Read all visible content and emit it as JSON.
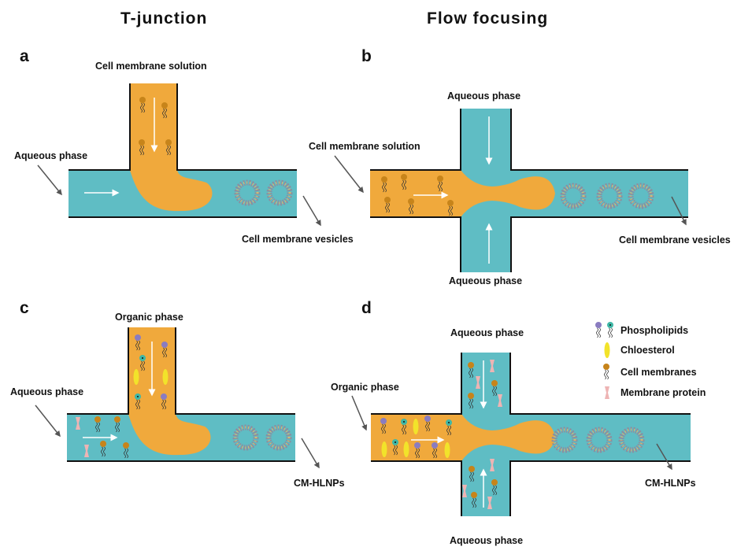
{
  "headings": {
    "left": "T-junction",
    "right": "Flow focusing"
  },
  "colors": {
    "aqueous": "#5fbdc4",
    "organic": "#f0a93c",
    "wall": "#111111",
    "arrow_gray": "#555555",
    "cell_membrane_head": "#c7841a",
    "phospholipid_purple": "#8a7cc0",
    "phospholipid_teal": "#3fb7a6",
    "cholesterol": "#f2e32a",
    "protein": "#eeb4b4"
  },
  "panels": {
    "a": {
      "letter": "a",
      "top_label": "Cell membrane solution",
      "inlet_label": "Aqueous phase",
      "outlet_label": "Cell membrane vesicles"
    },
    "b": {
      "letter": "b",
      "top_label": "Aqueous phase",
      "bottom_label": "Aqueous phase",
      "inlet_label": "Cell membrane solution",
      "outlet_label": "Cell membrane vesicles"
    },
    "c": {
      "letter": "c",
      "top_label": "Organic phase",
      "inlet_label": "Aqueous phase",
      "outlet_label": "CM-HLNPs"
    },
    "d": {
      "letter": "d",
      "top_label": "Aqueous phase",
      "bottom_label": "Aqueous phase",
      "inlet_label": "Organic phase",
      "outlet_label": "CM-HLNPs"
    }
  },
  "legend": [
    {
      "icon": "phospholipid-icon",
      "label": "Phospholipids"
    },
    {
      "icon": "cholesterol-icon",
      "label": "Chloesterol"
    },
    {
      "icon": "cell-membrane-icon",
      "label": "Cell membranes"
    },
    {
      "icon": "membrane-protein-icon",
      "label": "Membrane protein"
    }
  ]
}
